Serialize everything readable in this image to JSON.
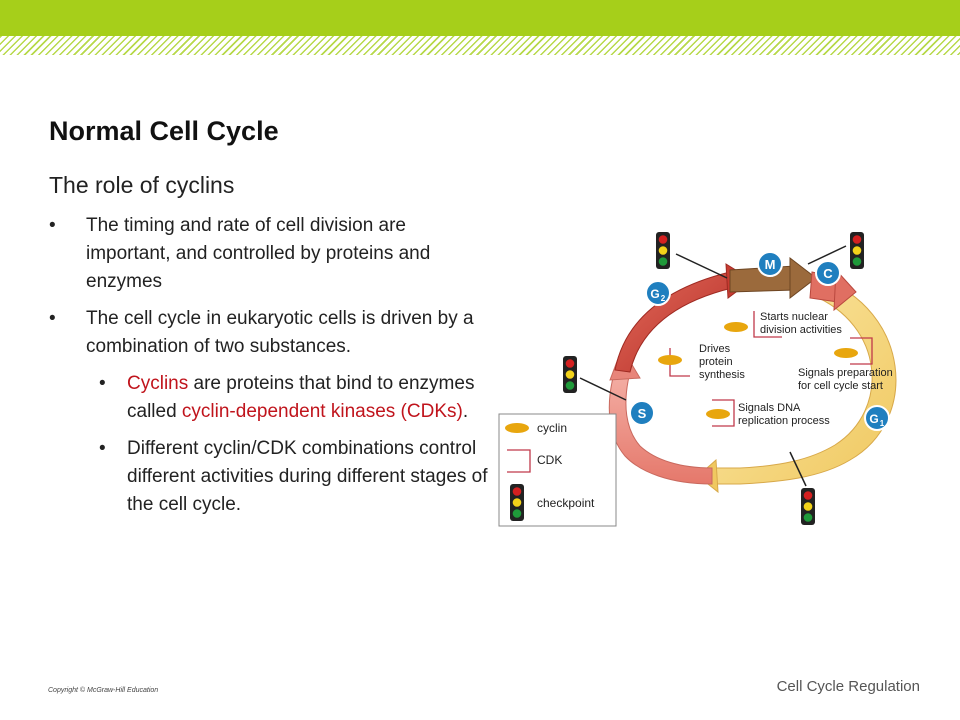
{
  "slide": {
    "title": "Normal Cell Cycle",
    "subtitle": "The role of cyclins",
    "bullet1": "The timing and rate of cell division are important, and controlled by proteins and enzymes",
    "bullet2": "The cell cycle in eukaryotic cells is driven by a combination of two substances.",
    "sub1": {
      "part1": "Cyclins",
      "part2": " are proteins that bind to enzymes called ",
      "part3": "cyclin-dependent kinases (CDKs)",
      "part4": "."
    },
    "sub2": "Different cyclin/CDK combinations control different activities during different stages of the cell cycle.",
    "copyright": "Copyright © McGraw-Hill Education",
    "footer": "Cell Cycle Regulation"
  },
  "diagram": {
    "phases": {
      "m": "M",
      "c": "C",
      "g2": "G",
      "g2_sub": "2",
      "s": "S",
      "g1": "G",
      "g1_sub": "1"
    },
    "labels": {
      "nuclear_1": "Starts nuclear",
      "nuclear_2": "division activities",
      "protein_1": "Drives",
      "protein_2": "protein",
      "protein_3": "synthesis",
      "signals_1": "Signals preparation",
      "signals_2": "for cell cycle start",
      "dna_1": "Signals DNA",
      "dna_2": "replication process"
    },
    "legend": {
      "cyclin": "cyclin",
      "cdk": "CDK",
      "checkpoint": "checkpoint"
    },
    "colors": {
      "cyclin": "#e8a60e",
      "cdk": "#c0394a",
      "m_phase": "#9b6a3c",
      "g2_phase": "#c83c32",
      "s_phase": "#e8857a",
      "g1_phase": "#f4d77e",
      "phase_badge": "#1f7fbf",
      "light_red": "#d42020",
      "light_yellow": "#f2d21a",
      "light_green": "#1f9a3a"
    }
  }
}
